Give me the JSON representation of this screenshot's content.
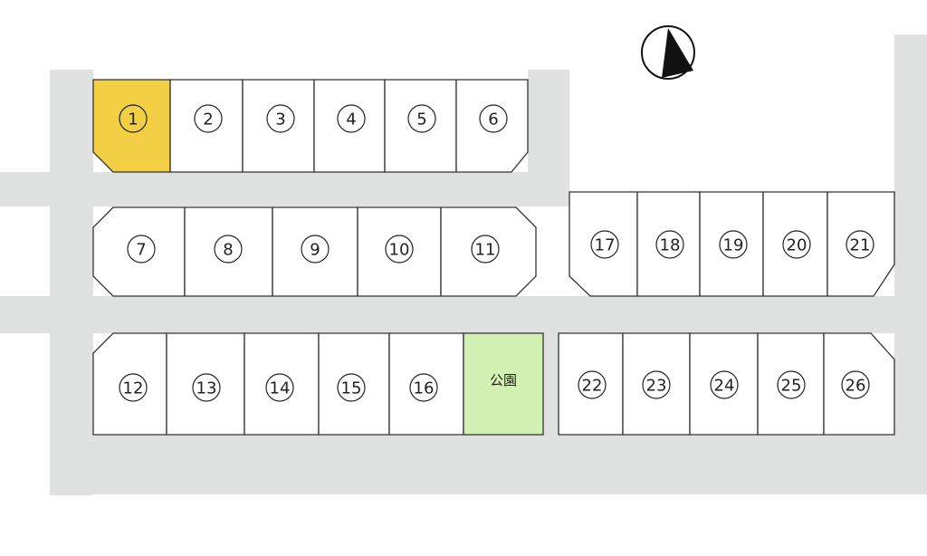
{
  "colors": {
    "road": "#dfe2e1",
    "lot": "#ffffff",
    "highlight": "#f2cf44",
    "park": "#d4f1b4",
    "line": "#333333"
  },
  "compass": {
    "icon": "north-arrow-icon"
  },
  "park": {
    "label": "公園"
  },
  "lots": [
    {
      "number": "1",
      "highlight": true
    },
    {
      "number": "2"
    },
    {
      "number": "3"
    },
    {
      "number": "4"
    },
    {
      "number": "5"
    },
    {
      "number": "6"
    },
    {
      "number": "7"
    },
    {
      "number": "8"
    },
    {
      "number": "9"
    },
    {
      "number": "10"
    },
    {
      "number": "11"
    },
    {
      "number": "12"
    },
    {
      "number": "13"
    },
    {
      "number": "14"
    },
    {
      "number": "15"
    },
    {
      "number": "16"
    },
    {
      "number": "17"
    },
    {
      "number": "18"
    },
    {
      "number": "19"
    },
    {
      "number": "20"
    },
    {
      "number": "21"
    },
    {
      "number": "22"
    },
    {
      "number": "23"
    },
    {
      "number": "24"
    },
    {
      "number": "25"
    },
    {
      "number": "26"
    }
  ]
}
